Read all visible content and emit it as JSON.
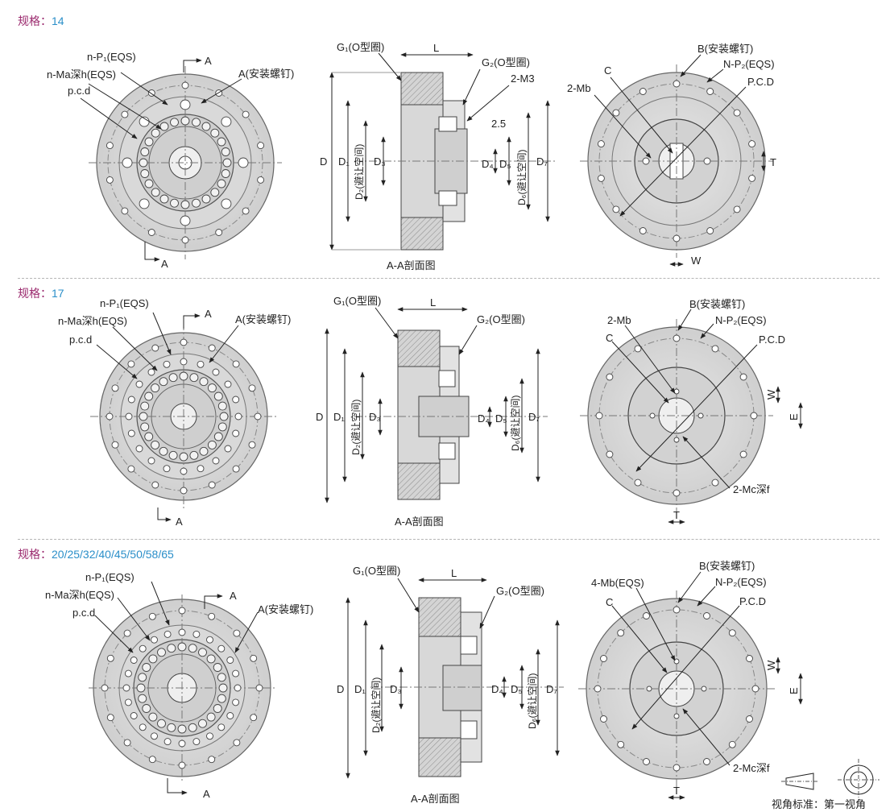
{
  "sections": [
    {
      "spec_prefix": "规格：",
      "spec_value": "14",
      "caption": "A-A剖面图"
    },
    {
      "spec_prefix": "规格：",
      "spec_value": "17",
      "caption": "A-A剖面图"
    },
    {
      "spec_prefix": "规格：",
      "spec_value": "20/25/32/40/45/50/58/65",
      "caption": "A-A剖面图"
    }
  ],
  "labels": {
    "nP1": "n-P₁(EQS)",
    "nMa": "n-Ma深h(EQS)",
    "pcd": "p.c.d",
    "A_screw": "A(安装螺钉)",
    "A": "A",
    "G1": "G₁(O型圈)",
    "G2": "G₂(O型圈)",
    "L": "L",
    "M3": "2-M3",
    "d25": "2.5",
    "D": "D",
    "D1": "D₁",
    "D2": "D₂(避让空间)",
    "D3": "D₃",
    "D4": "D₄",
    "D5": "D₅",
    "D6": "D₆(避让空间)",
    "D7": "D₇",
    "B_screw": "B(安装螺钉)",
    "NP2": "N-P₂(EQS)",
    "PCD": "P.C.D",
    "Mb2": "2-Mb",
    "Mb4": "4-Mb(EQS)",
    "C": "C",
    "T": "T",
    "W": "W",
    "E": "E",
    "Mc": "2-Mc深f"
  },
  "footer": "视角标准：第一视角"
}
